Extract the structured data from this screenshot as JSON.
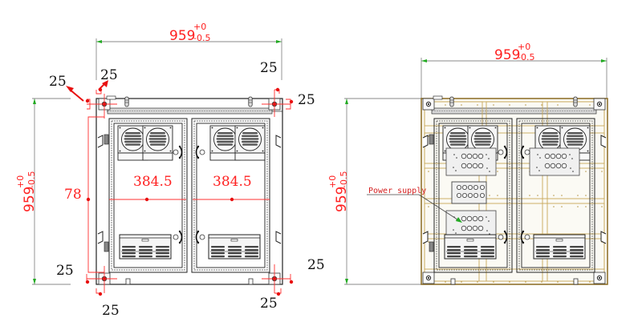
{
  "drawing": {
    "type": "technical-drawing",
    "colors": {
      "outline": "#2a2a2a",
      "dimension_line": "#808080",
      "dimension_text": "#ff2020",
      "arrow_head": "#22aa22",
      "module_grid": "#c8a85a",
      "frame_fill": "#f4f2ea",
      "red_marker": "#e81010"
    },
    "left_view": {
      "width_dim": {
        "value": "959",
        "tol_upper": "+0",
        "tol_lower": "-0.5"
      },
      "height_dim": {
        "value": "959",
        "tol_upper": "+0",
        "tol_lower": "-0.5"
      },
      "offset_labels": {
        "top_left_diag": "25",
        "top_left_up": "25",
        "top_right_up": "25",
        "top_right_side": "25",
        "bottom_left_side": "25",
        "bottom_left_down": "25",
        "bottom_right_side": "25",
        "bottom_right_down": "25"
      },
      "vertical_offset": "78",
      "door_widths": [
        "384.5",
        "384.5"
      ]
    },
    "right_view": {
      "width_dim": {
        "value": "959",
        "tol_upper": "+0",
        "tol_lower": "-0.5"
      },
      "height_dim": {
        "value": "959",
        "tol_upper": "+0",
        "tol_lower": "-0.5"
      },
      "callout": "Power supply"
    }
  }
}
